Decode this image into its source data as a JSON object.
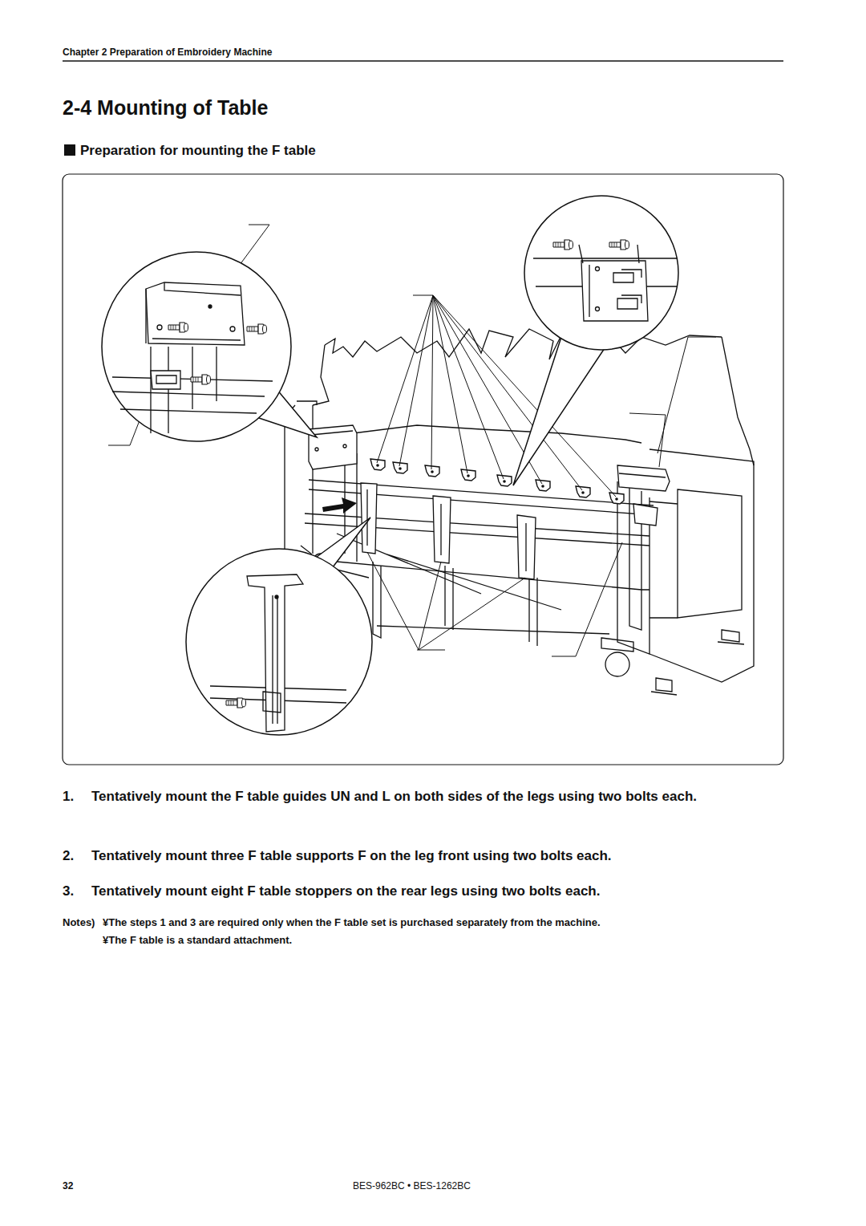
{
  "diagram": {
    "title": "2-4 Mounting of Table",
    "labels": [
      "Chapter 2 Preparation of Embroidery Machine",
      "Preparation for mounting the F table",
      "1.",
      "Tentatively mount the F table guides UN and L on both sides of the legs using two bolts each.",
      "2.",
      "Tentatively mount three F table supports F on the leg front using two bolts each.",
      "3.",
      "Tentatively mount eight F table stoppers on the rear legs using two bolts each.",
      "Notes)",
      "¥The steps 1 and 3 are required only when the F table set is purchased separately from the machine.",
      "¥The F table is a standard attachment.",
      "32",
      "BES-962BC • BES-1262BC"
    ]
  }
}
